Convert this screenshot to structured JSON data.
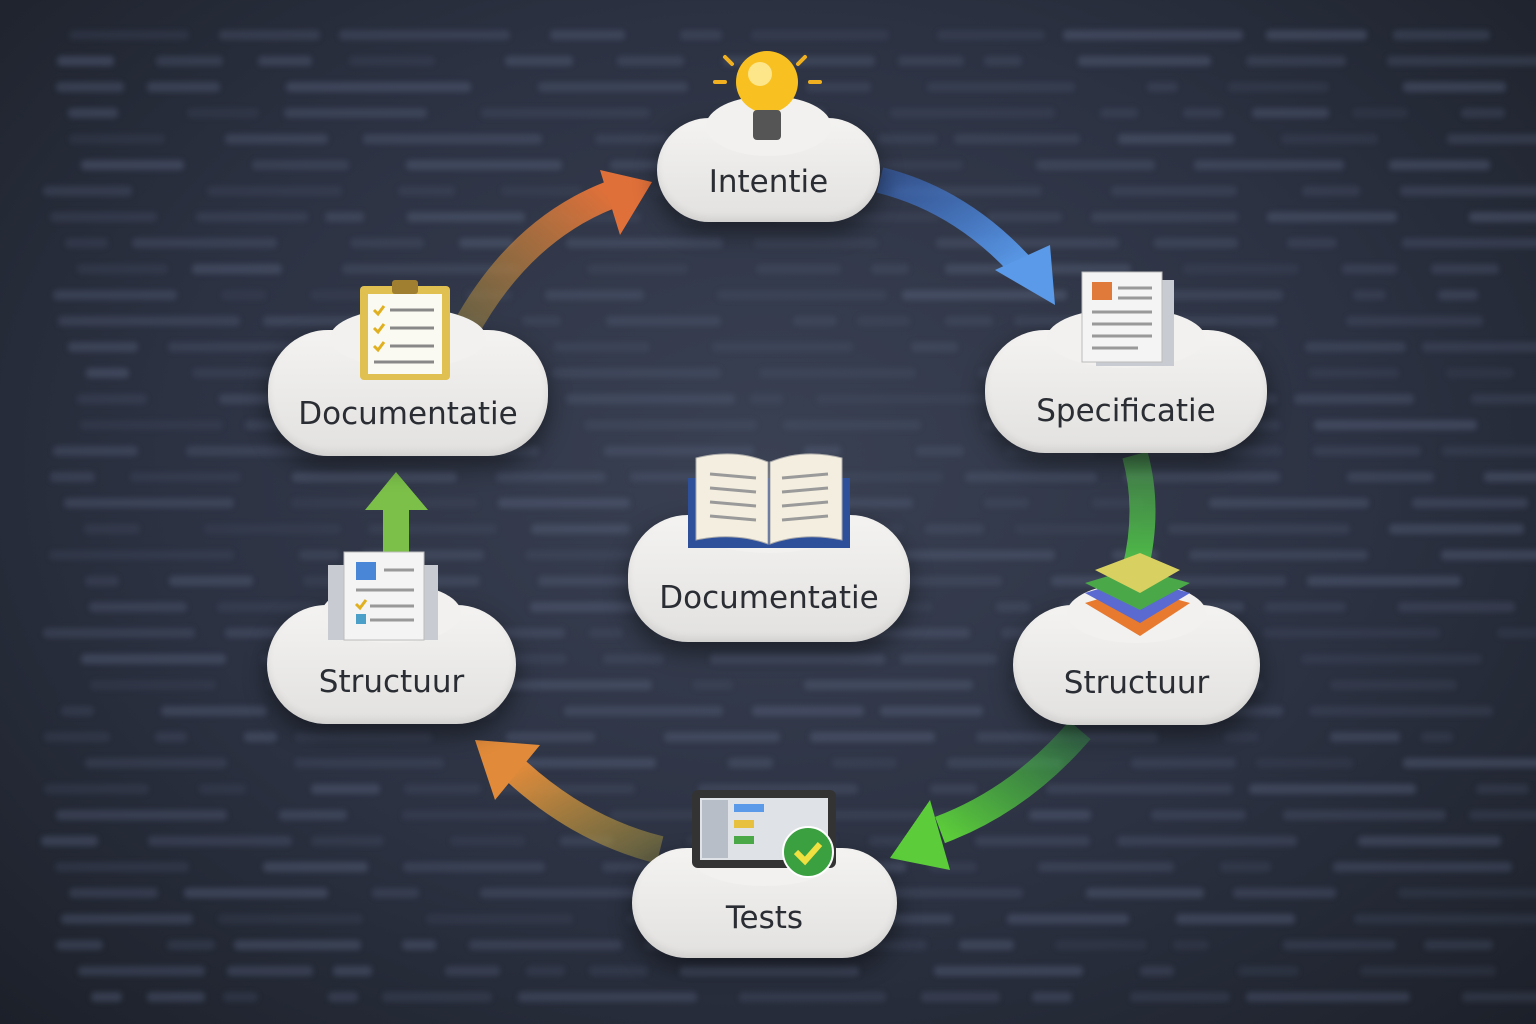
{
  "diagram": {
    "center": {
      "label": "Documentatie",
      "icon": "open-book-icon"
    },
    "nodes": [
      {
        "id": "intentie",
        "label": "Intentie",
        "icon": "lightbulb-icon"
      },
      {
        "id": "specificatie",
        "label": "Specificatie",
        "icon": "document-icon"
      },
      {
        "id": "structuur-right",
        "label": "Structuur",
        "icon": "layers-icon"
      },
      {
        "id": "tests",
        "label": "Tests",
        "icon": "monitor-check-icon"
      },
      {
        "id": "structuur-left",
        "label": "Structuur",
        "icon": "checklist-documents-icon"
      },
      {
        "id": "documentatie",
        "label": "Documentatie",
        "icon": "clipboard-icon"
      }
    ],
    "edges": [
      {
        "from": "intentie",
        "to": "specificatie",
        "color": "#4a86d8"
      },
      {
        "from": "specificatie",
        "to": "structuur-right",
        "color": "#4fb548"
      },
      {
        "from": "structuur-right",
        "to": "tests",
        "color": "#48b84a"
      },
      {
        "from": "tests",
        "to": "structuur-left",
        "color": "#e08a3a"
      },
      {
        "from": "structuur-left",
        "to": "documentatie",
        "color": "#7cc04a"
      },
      {
        "from": "documentatie",
        "to": "intentie",
        "color": "#e07a3a"
      }
    ]
  }
}
